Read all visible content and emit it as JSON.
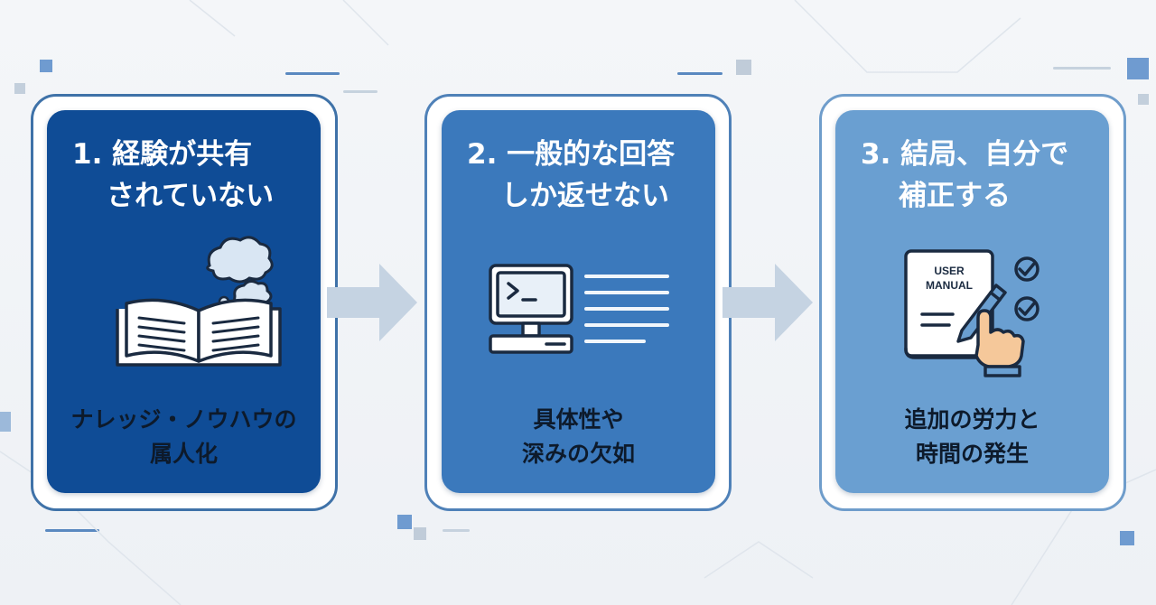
{
  "steps": [
    {
      "title_line1": "1. 経験が共有",
      "title_line2": "されていない",
      "caption_line1": "ナレッジ・ノウハウの",
      "caption_line2": "属人化",
      "icon": "open-book-with-thought-clouds-icon"
    },
    {
      "title_line1": "2. 一般的な回答",
      "title_line2": "しか返せない",
      "caption_line1": "具体性や",
      "caption_line2": "深みの欠如",
      "icon": "computer-terminal-icon"
    },
    {
      "title_line1": "3. 結局、自分で",
      "title_line2": "補正する",
      "caption_line1": "追加の労力と",
      "caption_line2": "時間の発生",
      "icon": "user-manual-edit-icon",
      "manual_label_line1": "USER",
      "manual_label_line2": "MANUAL"
    }
  ],
  "colors": {
    "card1": "#0f4c96",
    "card2": "#3b79bc",
    "card3": "#6a9fd1",
    "arrow": "#c5d3e2"
  }
}
